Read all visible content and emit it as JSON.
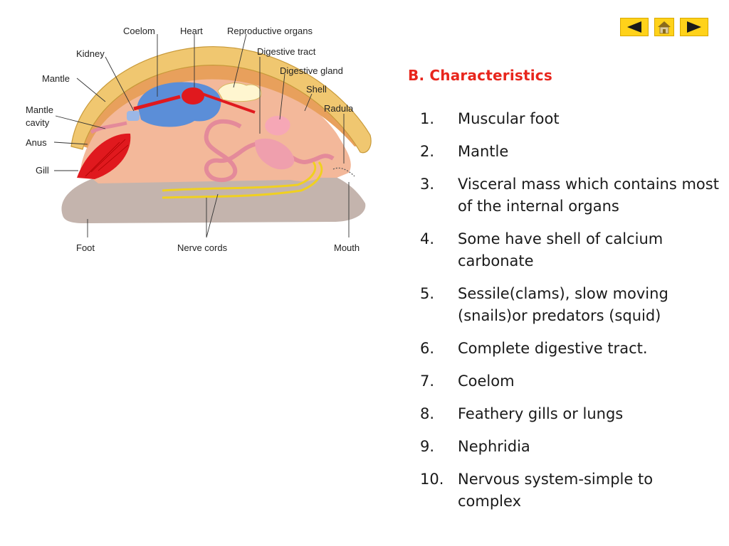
{
  "nav": {
    "prev_icon": "triangle-left-icon",
    "home_icon": "home-icon",
    "next_icon": "triangle-right-icon",
    "button_color": "#ffd21a"
  },
  "heading": "B. Characteristics",
  "heading_color": "#e8261d",
  "characteristics": [
    {
      "num": "1.",
      "text": "Muscular foot"
    },
    {
      "num": "2.",
      "text": "Mantle"
    },
    {
      "num": "3.",
      "text": "Visceral mass which contains most of the internal organs"
    },
    {
      "num": "4.",
      "text": "Some have shell of calcium carbonate"
    },
    {
      "num": "5.",
      "text": "Sessile(clams), slow moving (snails)or predators (squid)"
    },
    {
      "num": "6.",
      "text": "Complete digestive tract."
    },
    {
      "num": "7.",
      "text": "Coelom"
    },
    {
      "num": "8.",
      "text": "Feathery gills or lungs"
    },
    {
      "num": "9.",
      "text": "Nephridia"
    },
    {
      "num": "10.",
      "text": "Nervous system-simple to complex"
    }
  ],
  "diagram_labels": {
    "coelom": "Coelom",
    "heart": "Heart",
    "reproductive": "Reproductive organs",
    "kidney": "Kidney",
    "digestive_tract": "Digestive tract",
    "digestive_gland": "Digestive gland",
    "mantle": "Mantle",
    "shell": "Shell",
    "mantle_cavity_1": "Mantle",
    "mantle_cavity_2": "cavity",
    "radula": "Radula",
    "anus": "Anus",
    "gill": "Gill",
    "foot": "Foot",
    "nerve_cords": "Nerve cords",
    "mouth": "Mouth"
  }
}
